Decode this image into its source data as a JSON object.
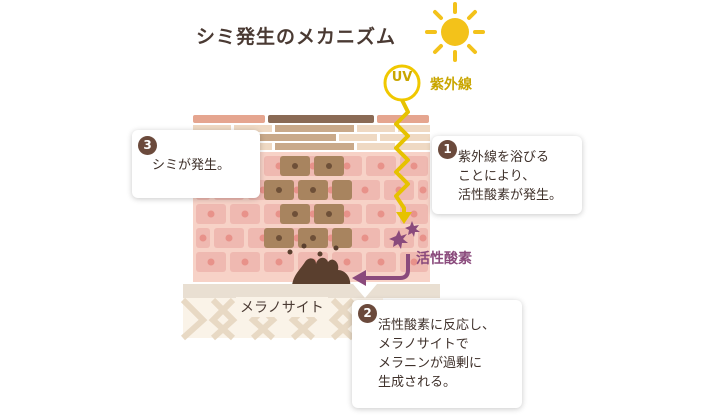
{
  "title": "シミ発生のメカニズム",
  "uv": {
    "badge": "UV",
    "label": "紫外線"
  },
  "labels": {
    "ros": "活性酸素",
    "melanocyte": "メラノサイト"
  },
  "steps": [
    {
      "num": "1",
      "lines": [
        "紫外線を浴びる",
        "ことにより、",
        "活性酸素が発生。"
      ]
    },
    {
      "num": "2",
      "lines": [
        "活性酸素に反応し、",
        "メラノサイトで",
        "メラニンが過剰に",
        "生成される。"
      ]
    },
    {
      "num": "3",
      "lines": [
        "シミが発生。"
      ]
    }
  ],
  "colors": {
    "sun": "#f3c21a",
    "uv": "#e6c200",
    "skin": "#efb9b1",
    "cell": "#e8928a",
    "melanin": "#a8845f",
    "ros": "#8a4a7c",
    "badge": "#6b4a3c"
  }
}
